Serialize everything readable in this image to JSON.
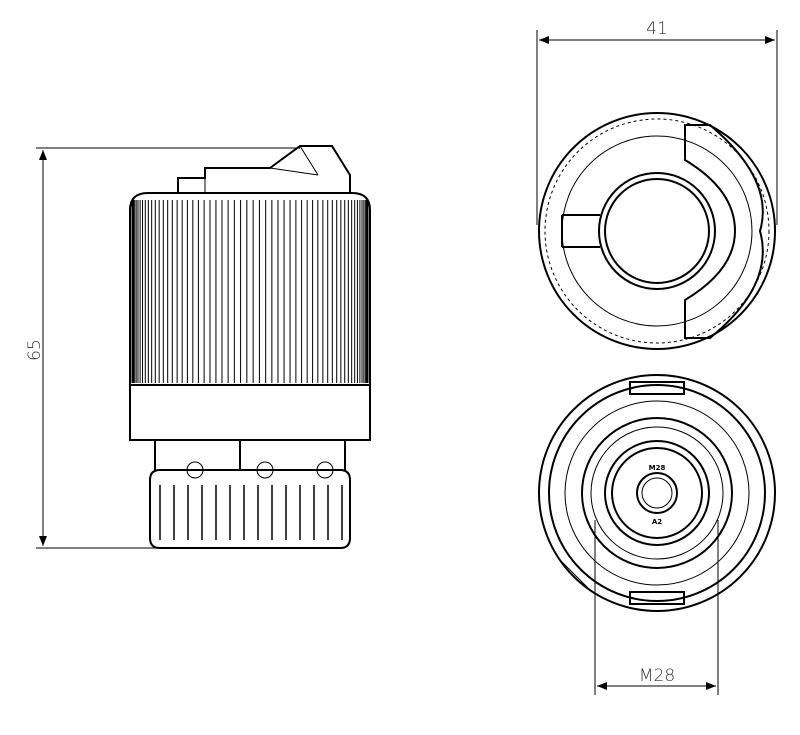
{
  "dimensions": {
    "height_label": "65",
    "width_label": "41",
    "thread_label": "M28"
  },
  "markings": {
    "thread_marking": "M28",
    "model_marking": "A2"
  }
}
